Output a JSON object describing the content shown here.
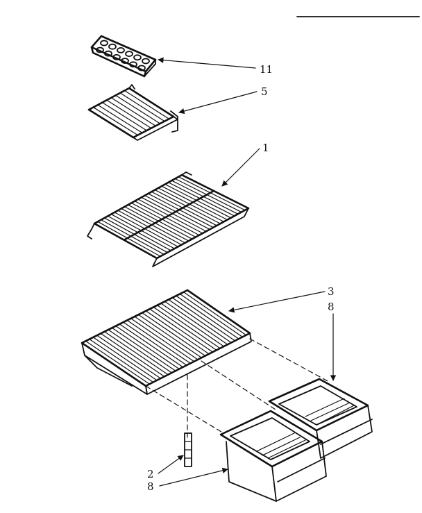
{
  "callouts": {
    "ice_tray": "11",
    "small_shelf": "5",
    "main_shelf": "1",
    "crisper_cover": "3",
    "crisper_right": "8",
    "support": "2",
    "crisper_left": "8"
  },
  "colors": {
    "ink": "#111111",
    "paper": "#ffffff"
  }
}
